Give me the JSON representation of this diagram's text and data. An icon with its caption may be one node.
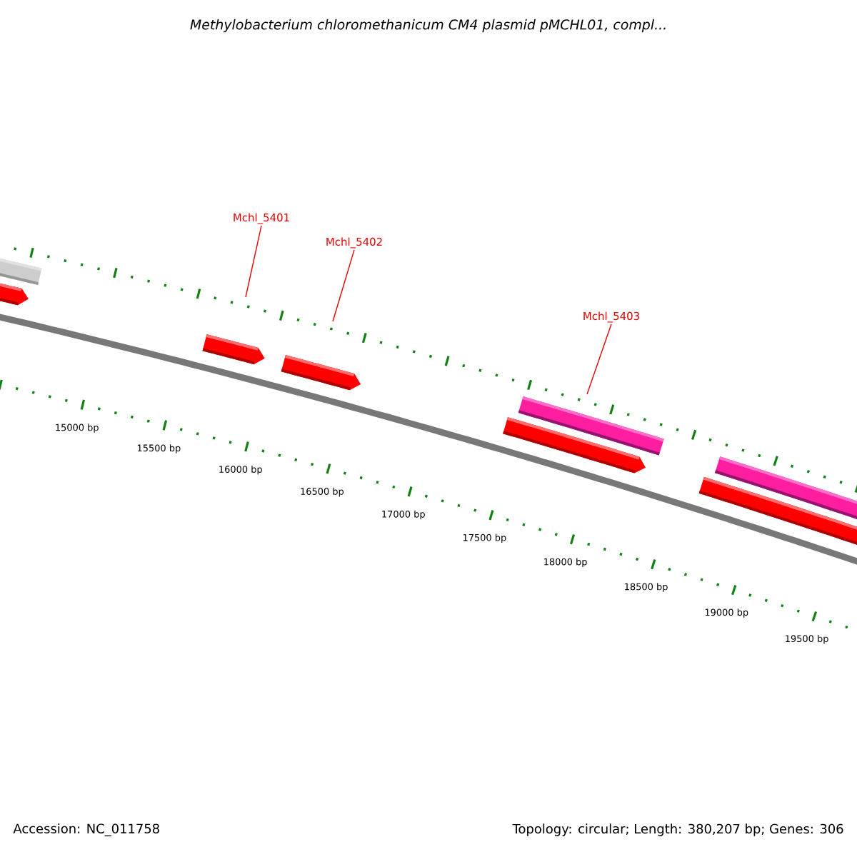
{
  "diagram": {
    "title": "Methylobacterium chloromethanicum CM4 plasmid pMCHL01, compl...",
    "nodes": [
      {
        "text": [
          "Mchl_5401"
        ]
      },
      {
        "text": [
          "Mchl_5402"
        ]
      },
      {
        "text": [
          "Mchl_5403"
        ]
      }
    ],
    "edges": [
      {
        "from": 0,
        "to": null,
        "arrow": "none"
      },
      {
        "from": 1,
        "to": null,
        "arrow": "none"
      },
      {
        "from": 2,
        "to": null,
        "arrow": "none"
      }
    ],
    "labels": [
      "15000 bp",
      "15500 bp",
      "16000 bp",
      "16500 bp",
      "17000 bp",
      "17500 bp",
      "18000 bp",
      "18500 bp",
      "19000 bp",
      "19500 bp",
      "Accession: NC_011758",
      "Topology: circular; Length: 380,207 bp; Genes: 306"
    ]
  }
}
